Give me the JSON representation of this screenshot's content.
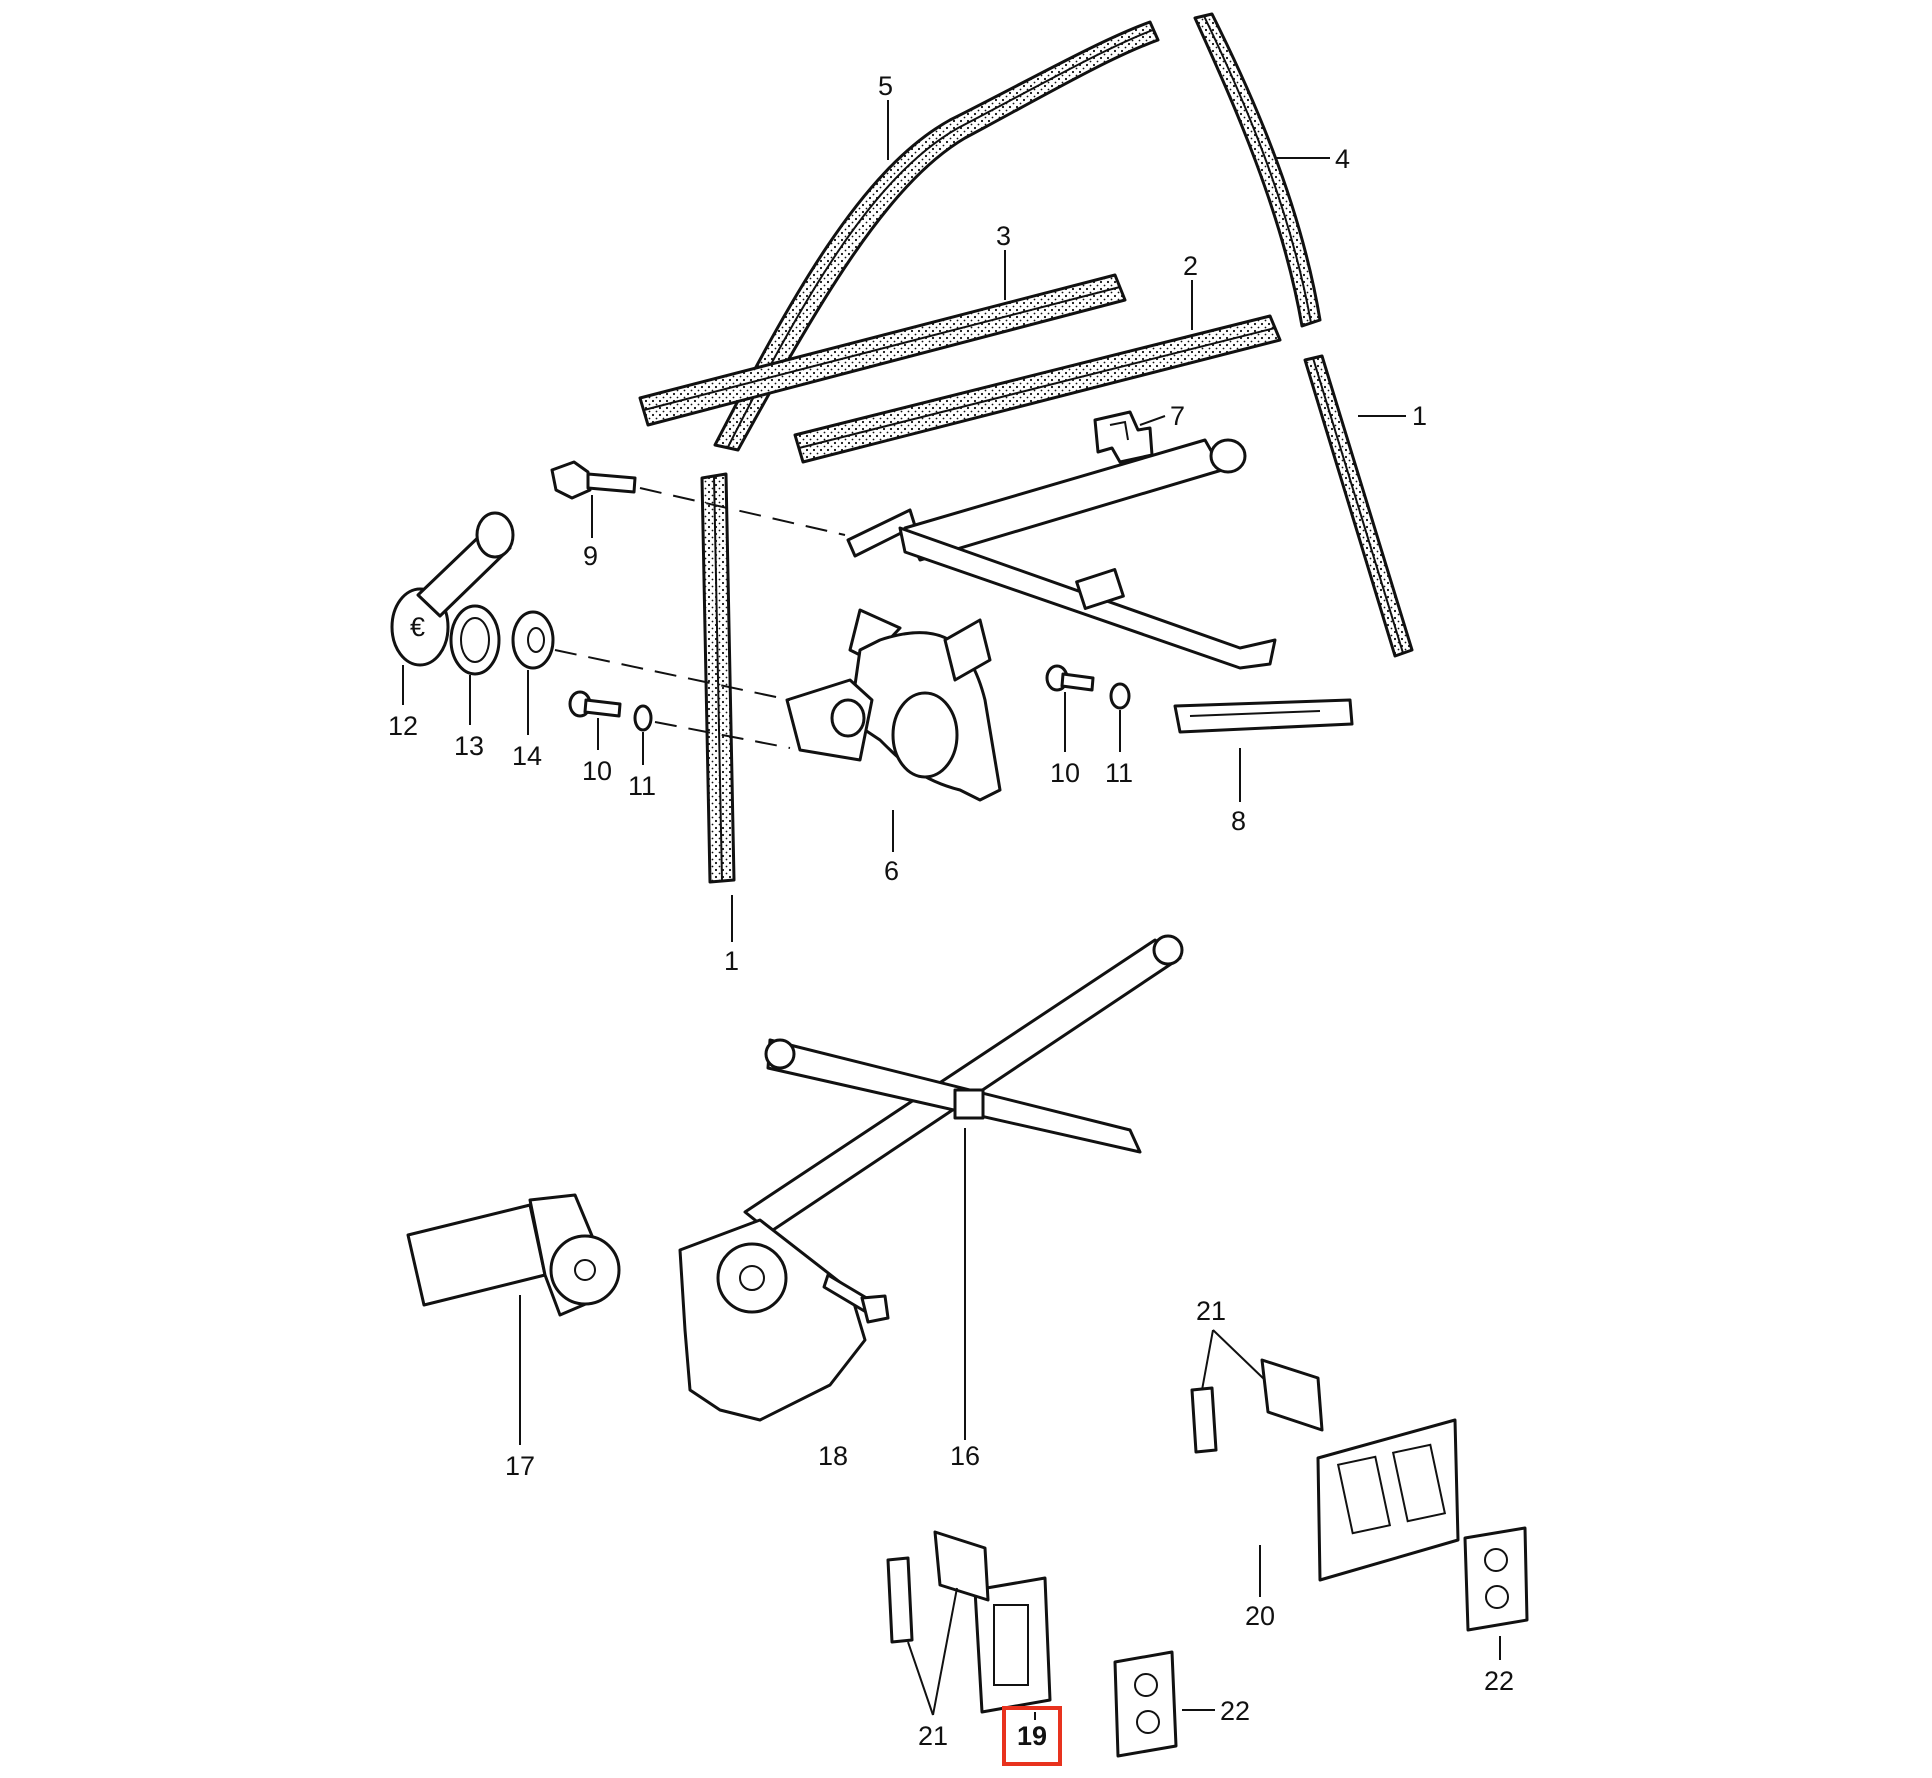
{
  "accent_color": "#e8321e",
  "callouts": [
    {
      "id": "c5",
      "text": "5"
    },
    {
      "id": "c4",
      "text": "4"
    },
    {
      "id": "c3",
      "text": "3"
    },
    {
      "id": "c2a",
      "text": "2"
    },
    {
      "id": "c7",
      "text": "7"
    },
    {
      "id": "c1a",
      "text": "1"
    },
    {
      "id": "c9",
      "text": "9"
    },
    {
      "id": "c12",
      "text": "12"
    },
    {
      "id": "c13",
      "text": "13"
    },
    {
      "id": "c14",
      "text": "14"
    },
    {
      "id": "c10a",
      "text": "10"
    },
    {
      "id": "c11a",
      "text": "11"
    },
    {
      "id": "c10b",
      "text": "10"
    },
    {
      "id": "c11b",
      "text": "11"
    },
    {
      "id": "c8",
      "text": "8"
    },
    {
      "id": "c6",
      "text": "6"
    },
    {
      "id": "c1b",
      "text": "1"
    },
    {
      "id": "c17",
      "text": "17"
    },
    {
      "id": "c18",
      "text": "18"
    },
    {
      "id": "c16",
      "text": "16"
    },
    {
      "id": "c21a",
      "text": "21"
    },
    {
      "id": "c20",
      "text": "20"
    },
    {
      "id": "c22a",
      "text": "22"
    },
    {
      "id": "c21b",
      "text": "21"
    },
    {
      "id": "c19",
      "text": "19",
      "highlighted": true
    },
    {
      "id": "c22b",
      "text": "22"
    }
  ]
}
